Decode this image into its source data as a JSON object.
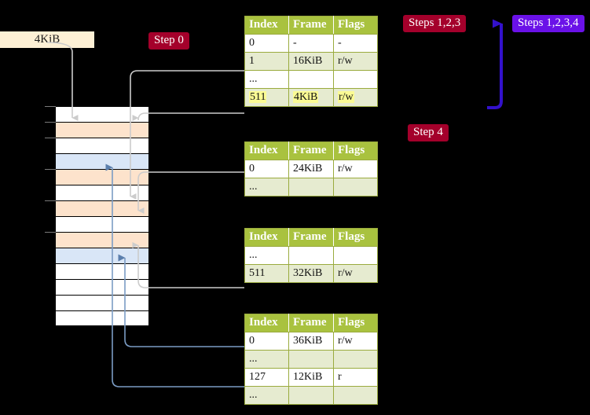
{
  "labels": {
    "size_box": "4KiB",
    "step0": "Step 0",
    "steps123": "Steps 1,2,3",
    "steps1234": "Steps 1,2,3,4",
    "step4": "Step 4"
  },
  "colors": {
    "badge_red": "#a4002b",
    "badge_blue": "#6a11e8",
    "table_header": "#a9c23f",
    "table_alt_row": "#e6ebd0",
    "highlight": "#fbfb94",
    "size_box": "#fdf0d5",
    "mem_orange": "#fde3cc",
    "mem_blue": "#d9e6f7",
    "connector_gray": "#cccccc",
    "connector_blue": "#7b9cc4",
    "bracket_blue": "#3311cc"
  },
  "page_tables": [
    {
      "name": "level4-table",
      "columns": [
        "Index",
        "Frame",
        "Flags"
      ],
      "rows": [
        {
          "index": "0",
          "frame": "-",
          "flags": "-",
          "highlight": false
        },
        {
          "index": "1",
          "frame": "16KiB",
          "flags": "r/w",
          "highlight": false
        },
        {
          "index": "...",
          "frame": "",
          "flags": "",
          "highlight": false
        },
        {
          "index": "511",
          "frame": "4KiB",
          "flags": "r/w",
          "highlight": true
        }
      ]
    },
    {
      "name": "level3-table",
      "columns": [
        "Index",
        "Frame",
        "Flags"
      ],
      "rows": [
        {
          "index": "0",
          "frame": "24KiB",
          "flags": "r/w",
          "highlight": false
        },
        {
          "index": "...",
          "frame": "",
          "flags": "",
          "highlight": false
        }
      ]
    },
    {
      "name": "level2-table",
      "columns": [
        "Index",
        "Frame",
        "Flags"
      ],
      "rows": [
        {
          "index": "...",
          "frame": "",
          "flags": "",
          "highlight": false
        },
        {
          "index": "511",
          "frame": "32KiB",
          "flags": "r/w",
          "highlight": false
        }
      ]
    },
    {
      "name": "level1-table",
      "columns": [
        "Index",
        "Frame",
        "Flags"
      ],
      "rows": [
        {
          "index": "0",
          "frame": "36KiB",
          "flags": "r/w",
          "highlight": false
        },
        {
          "index": "...",
          "frame": "",
          "flags": "",
          "highlight": false
        },
        {
          "index": "127",
          "frame": "12KiB",
          "flags": "r",
          "highlight": false
        },
        {
          "index": "...",
          "frame": "",
          "flags": "",
          "highlight": false
        }
      ]
    }
  ],
  "memory_rows": [
    {
      "fill": "white",
      "tick": true
    },
    {
      "fill": "orange",
      "tick": true
    },
    {
      "fill": "white",
      "tick": true
    },
    {
      "fill": "blue",
      "tick": false
    },
    {
      "fill": "orange",
      "tick": true
    },
    {
      "fill": "white",
      "tick": false
    },
    {
      "fill": "orange",
      "tick": true
    },
    {
      "fill": "white",
      "tick": false
    },
    {
      "fill": "orange",
      "tick": true
    },
    {
      "fill": "blue",
      "tick": false
    },
    {
      "fill": "white",
      "tick": false
    },
    {
      "fill": "white",
      "tick": false
    },
    {
      "fill": "white",
      "tick": false
    },
    {
      "fill": "white",
      "tick": false
    }
  ]
}
